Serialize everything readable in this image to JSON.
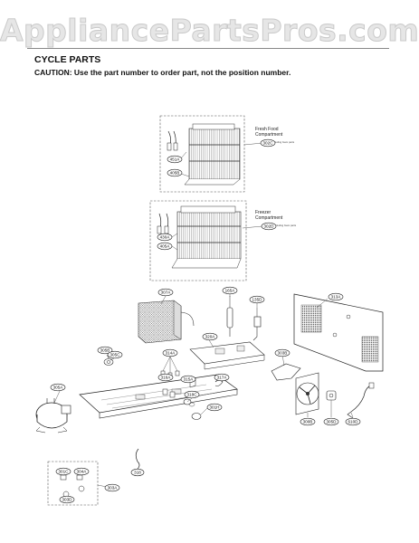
{
  "watermark": "AppliancePartsPros.com",
  "header": {
    "title": "CYCLE PARTS",
    "caution": "CAUTION: Use the part number to order part, not the position number."
  },
  "compartments": {
    "fresh_food": {
      "line1": "Fresh Food",
      "line2": "Compartment",
      "note": "Including foam parts"
    },
    "freezer": {
      "line1": "Freezer",
      "line2": "Compartment",
      "note": "Including foam parts"
    }
  },
  "callouts": {
    "c302C": "302C",
    "c451A": "451A",
    "c405B": "405B",
    "c302D": "302D",
    "c430A": "430A",
    "c405A": "405A",
    "c307A": "307A",
    "c165A": "165A",
    "c135D": "135D",
    "c313A": "313A",
    "c305B": "305B",
    "c305C": "305C",
    "c314A": "314A",
    "c320A": "320A",
    "c316A": "316A",
    "c315A": "315A",
    "c317A": "317A",
    "c303B": "303B",
    "c305A": "305A",
    "c318C": "318C",
    "c301H": "301H",
    "c300B": "300B",
    "c305D": "305D",
    "c610D": "610D",
    "c318": "318",
    "c301C": "301C",
    "c304A": "304A",
    "c303D": "303D",
    "c303A": "303A"
  }
}
